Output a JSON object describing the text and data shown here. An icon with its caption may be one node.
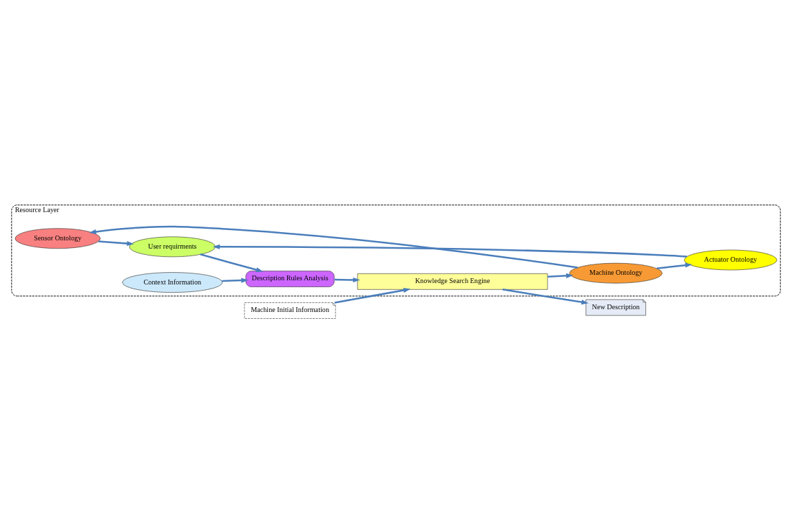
{
  "diagram": {
    "nodes": [
      {
        "text": [
          "Resource Layer"
        ]
      },
      {
        "text": [
          "Sensor Ontology"
        ],
        "in": 0
      },
      {
        "text": [
          "Context Information"
        ],
        "in": 0
      },
      {
        "text": [
          "Machine Ontology"
        ],
        "in": 0
      },
      {
        "text": [
          "User requirments"
        ],
        "in": 0
      },
      {
        "text": [
          "Actuator Ontology"
        ],
        "in": 0
      },
      {
        "text": [
          "Description Rules Analysis"
        ],
        "in": 0
      },
      {
        "text": [
          "Knowledge Search Engine"
        ],
        "in": 0
      },
      {
        "text": [
          "New Description"
        ]
      },
      {
        "text": [
          "Machine Initial Information"
        ]
      }
    ],
    "edges": [
      {
        "from": 3,
        "to": 1,
        "arrow": "to"
      },
      {
        "from": 1,
        "to": 4,
        "arrow": "to"
      },
      {
        "from": 3,
        "to": 5,
        "arrow": "to"
      },
      {
        "from": 5,
        "to": 4,
        "arrow": "to"
      },
      {
        "from": 4,
        "to": 6,
        "arrow": "to"
      },
      {
        "from": 2,
        "to": 6,
        "arrow": "to"
      },
      {
        "from": 6,
        "to": 7,
        "arrow": "to"
      },
      {
        "from": 7,
        "to": 3,
        "arrow": "to"
      },
      {
        "from": 7,
        "to": 8,
        "arrow": "to"
      },
      {
        "from": 9,
        "to": 7,
        "arrow": "to"
      }
    ]
  }
}
